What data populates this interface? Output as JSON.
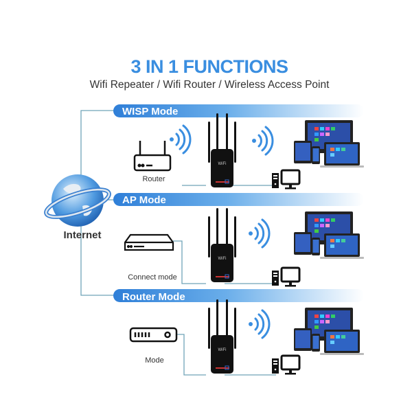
{
  "header": {
    "title": "3 IN 1 FUNCTIONS",
    "subtitle": "Wifi Repeater / Wifi Router / Wireless Access Point"
  },
  "internet_label": "Internet",
  "modes": [
    {
      "title": "WISP Mode",
      "source_label": "Router"
    },
    {
      "title": "AP Mode",
      "source_label": "Connect mode"
    },
    {
      "title": "Router Mode",
      "source_label": "Mode"
    }
  ],
  "colors": {
    "accent": "#3a8ee0",
    "line": "#6fa3b8",
    "device": "#111111"
  }
}
